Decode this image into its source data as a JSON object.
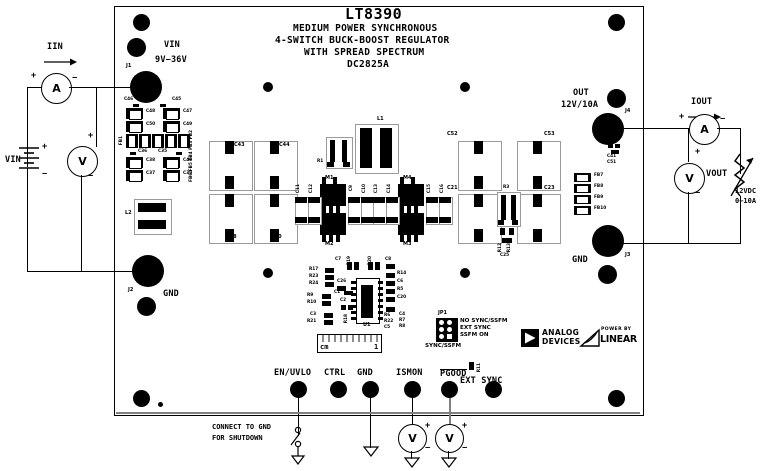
{
  "header": {
    "part_number": "LT8390",
    "line1": "MEDIUM POWER SYNCHRONOUS",
    "line2": "4-SWITCH BUCK-BOOST REGULATOR",
    "line3": "WITH SPREAD SPECTRUM",
    "demo_board": "DC2825A"
  },
  "input_side": {
    "current_label": "IIN",
    "current_sub": "IN",
    "ammeter_glyph": "A",
    "plus": "+",
    "minus": "−",
    "source_label": "VIN",
    "source_sub": "IN",
    "voltmeter_glyph": "V",
    "vin_terminal_label": "VIN",
    "vin_range": "9V−36V",
    "vin_connector": "J1",
    "gnd_connector": "J2",
    "gnd_label": "GND"
  },
  "output_side": {
    "out_label": "OUT",
    "out_rating": "12V/10A",
    "out_connector": "J4",
    "gnd_connector": "J3",
    "gnd_label": "GND",
    "current_label": "IOUT",
    "current_sub": "OUT",
    "ammeter_glyph": "A",
    "voltmeter_glyph": "V",
    "vout_label": "VOUT",
    "vout_sub": "OUT",
    "load_line1": "12VDC",
    "load_line2": "0−10A",
    "plus": "+",
    "minus": "−"
  },
  "test_points": [
    {
      "label": "EN/UVLO",
      "overline": false
    },
    {
      "label": "CTRL",
      "overline": false
    },
    {
      "label": "GND",
      "overline": false
    },
    {
      "label": "ISMON",
      "overline": false
    },
    {
      "label": "PGOOD",
      "overline": true
    },
    {
      "label": "EXT SYNC",
      "overline": false
    }
  ],
  "notes": {
    "shutdown_line1": "CONNECT TO GND",
    "shutdown_line2": "FOR SHUTDOWN"
  },
  "jumper": {
    "designator": "JP1",
    "caption": "SYNC/SSFM",
    "options": [
      "NO SYNC/SSFM",
      "EXT SYNC",
      "SSFM ON"
    ]
  },
  "logo": {
    "brand_line1": "ANALOG",
    "brand_line2": "DEVICES",
    "power_by": "POWER BY",
    "linear": "LINEAR",
    "tm": "™"
  },
  "scale": {
    "unit": "cm",
    "mark": "1"
  },
  "components": {
    "inductors": [
      "L1",
      "L2"
    ],
    "mosfets": [
      "M1",
      "M2",
      "M3",
      "M4"
    ],
    "ic": "U1",
    "input_bulk_caps": [
      "C43",
      "C44",
      "C18",
      "C20"
    ],
    "output_bulk_caps": [
      "C52",
      "C53",
      "C21",
      "C23"
    ],
    "input_filter_caps": [
      "C46",
      "C48",
      "C50",
      "C45",
      "C47",
      "C49",
      "C36",
      "C38",
      "C37",
      "C35",
      "C40",
      "C39"
    ],
    "ferrite_left": "FB1",
    "ferrite_left_side": [
      "FB2",
      "FB3",
      "FB4",
      "FB5",
      "FB6"
    ],
    "ferrites_right": [
      "FB7",
      "FB8",
      "FB9",
      "FB10"
    ],
    "out_small_caps": [
      "C41",
      "C51"
    ],
    "switch_node_caps": [
      "C11",
      "C12",
      "C9",
      "C10",
      "C13",
      "C14",
      "C15",
      "C16"
    ],
    "sense_resistor": "R1",
    "r3": "R3",
    "c25": "C25",
    "r12_r13": [
      "R12",
      "R13"
    ],
    "left_of_ic": [
      "R17",
      "R23",
      "R24",
      "R9",
      "R10",
      "R21",
      "C7",
      "C1",
      "C2",
      "C3",
      "C26",
      "R18"
    ],
    "right_of_ic": [
      "C8",
      "R14",
      "C6",
      "R5",
      "C20",
      "R6",
      "R22",
      "C5",
      "C4",
      "R7",
      "R8",
      "R19",
      "R20"
    ]
  },
  "colors": {
    "ink": "#000000",
    "pad_outline": "#9a9a9a",
    "trace": "#808080"
  }
}
